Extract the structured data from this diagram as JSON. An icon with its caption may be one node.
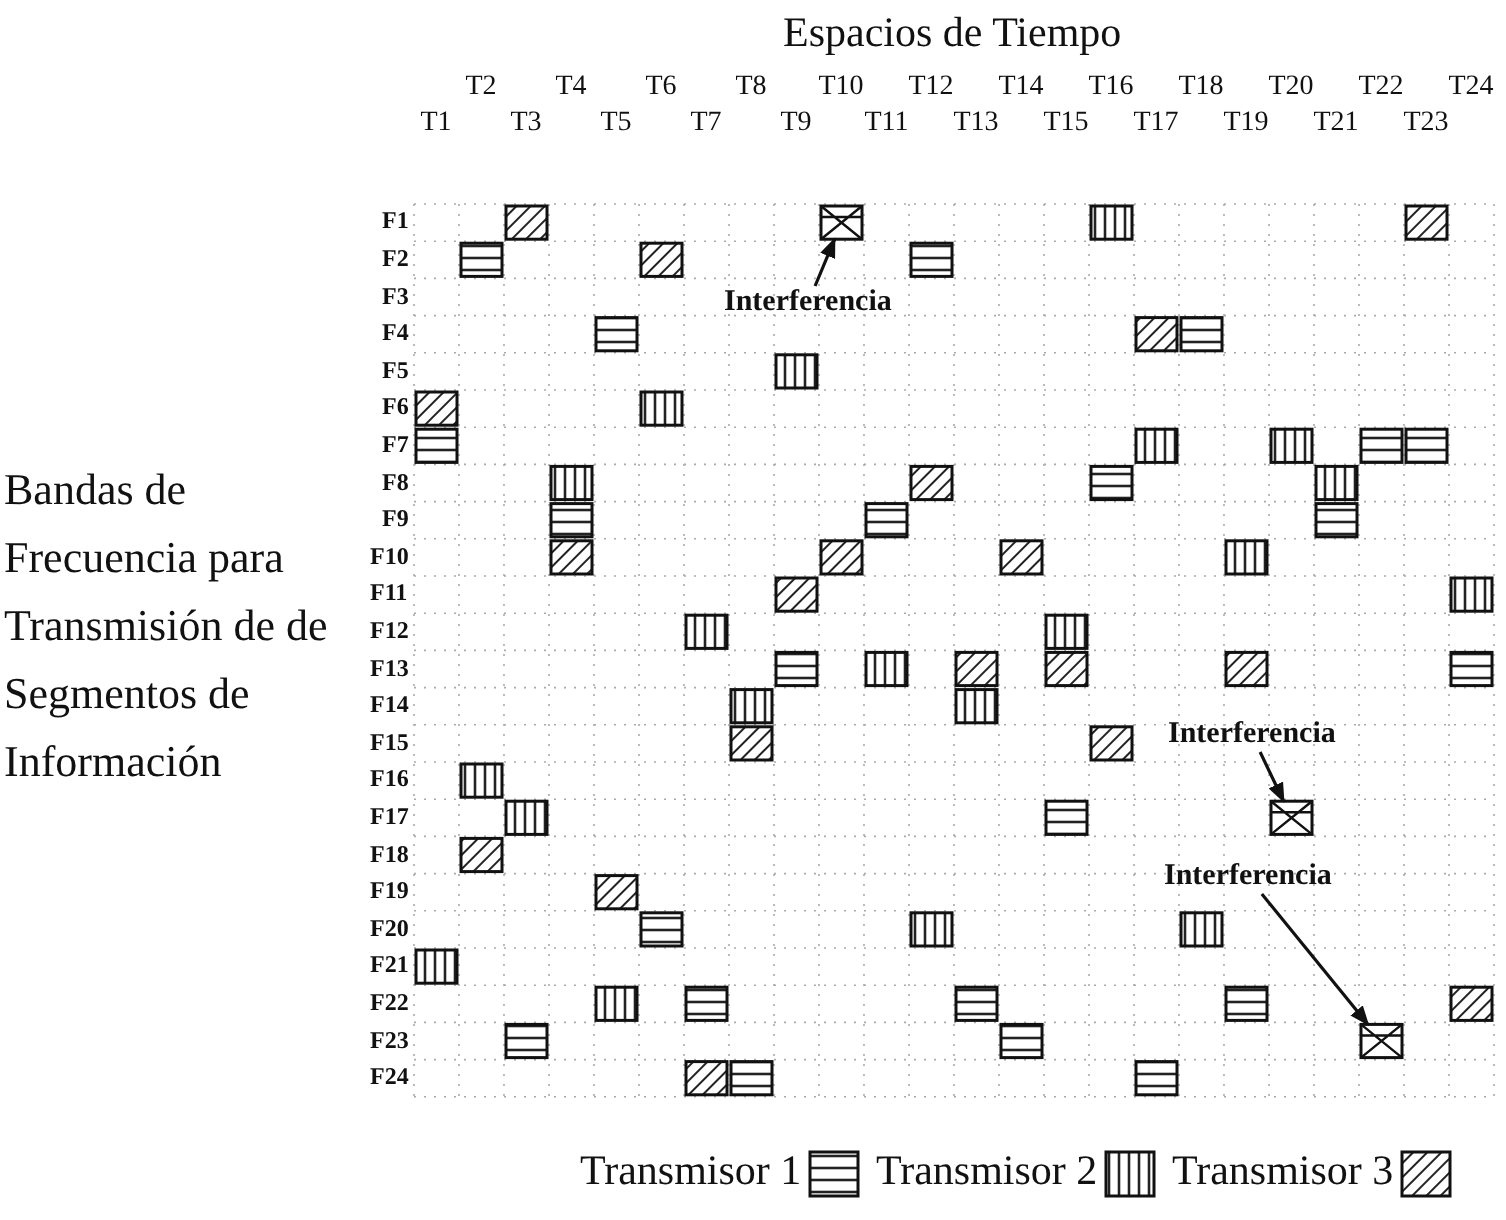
{
  "diagram": {
    "title": "Espacios de Tiempo",
    "nodes": [
      {
        "text": [
          "Interferencia"
        ]
      },
      {
        "text": [],
        "shape": "box"
      },
      {
        "text": [
          "Interferencia"
        ]
      },
      {
        "text": [],
        "shape": "box"
      },
      {
        "text": [
          "Interferencia"
        ]
      },
      {
        "text": [],
        "shape": "box"
      }
    ],
    "edges": [
      {
        "from": 0,
        "to": 1,
        "arrow": "to"
      },
      {
        "from": 2,
        "to": 3,
        "arrow": "to"
      },
      {
        "from": 4,
        "to": 5,
        "arrow": "to"
      }
    ],
    "labels": [
      "T1",
      "T2",
      "T3",
      "T4",
      "T5",
      "T6",
      "T7",
      "T8",
      "T9",
      "T10",
      "T11",
      "T12",
      "T13",
      "T14",
      "T15",
      "T16",
      "T17",
      "T18",
      "T19",
      "T20",
      "T21",
      "T22",
      "T23",
      "T24",
      "F1",
      "F2",
      "F3",
      "F4",
      "F5",
      "F6",
      "F7",
      "F8",
      "F9",
      "F10",
      "F11",
      "F12",
      "F13",
      "F14",
      "F15",
      "F16",
      "F17",
      "F18",
      "F19",
      "F20",
      "F21",
      "F22",
      "F23",
      "F24",
      "Bandas de Frecuencia para Transmisión de de Segmentos de Información"
    ],
    "legend": [
      {
        "text": "Transmisor 1"
      },
      {
        "text": "Transmisor 2"
      },
      {
        "text": "Transmisor 3"
      }
    ]
  }
}
